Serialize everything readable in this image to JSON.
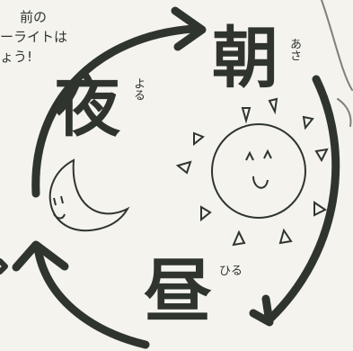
{
  "note": {
    "lines": [
      "前の",
      "ーライトは",
      "ょう!"
    ]
  },
  "labels": {
    "morning": {
      "kanji": "朝",
      "reading": "あさ"
    },
    "night": {
      "kanji": "夜",
      "reading": "よる"
    },
    "noon": {
      "kanji": "昼",
      "reading": "ひる"
    }
  },
  "colors": {
    "ink": "#2f342f",
    "paper": "#f4f3ee"
  },
  "icons": [
    "sun-icon",
    "moon-icon",
    "cycle-arrow-icon"
  ]
}
